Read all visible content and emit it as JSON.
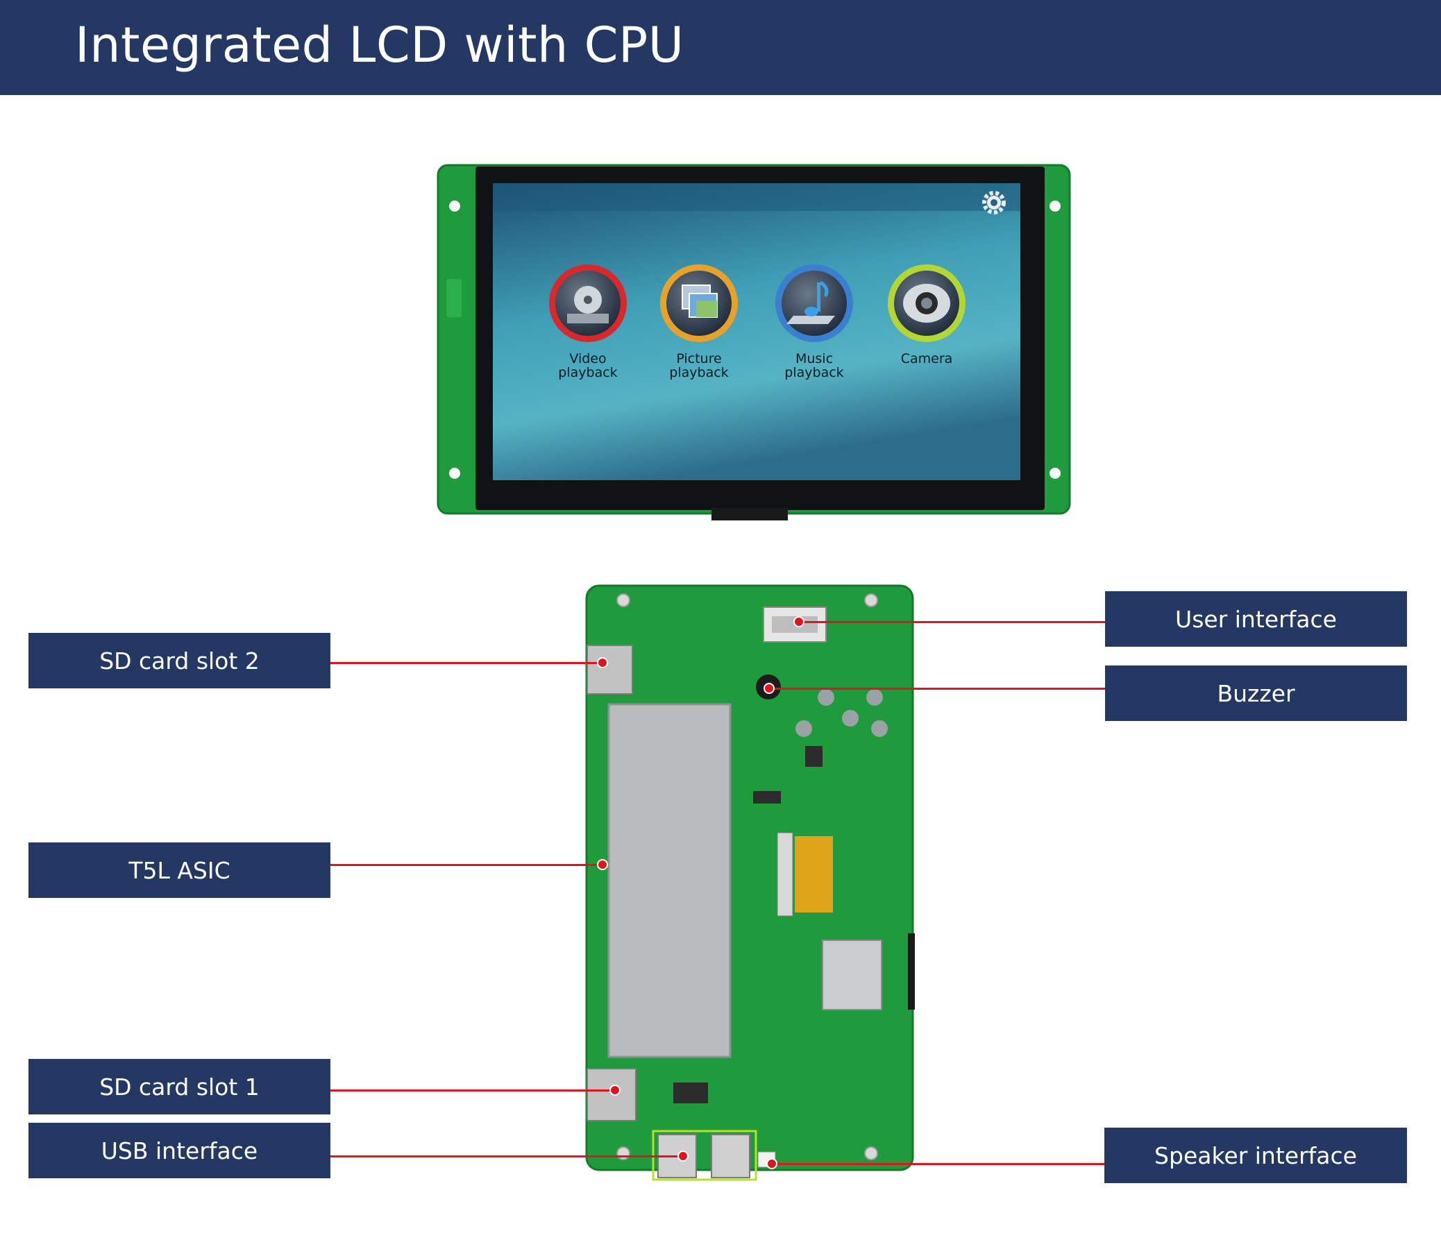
{
  "header": {
    "title": "Integrated LCD with CPU"
  },
  "screen": {
    "apps": [
      {
        "line1": "Video",
        "line2": "playback"
      },
      {
        "line1": "Picture",
        "line2": "playback"
      },
      {
        "line1": "Music",
        "line2": "playback"
      },
      {
        "line1": "Camera",
        "line2": ""
      }
    ]
  },
  "callouts": {
    "sd_card_slot_2": "SD card slot 2",
    "t5l_asic": "T5L ASIC",
    "sd_card_slot_1": "SD card slot 1",
    "usb_interface": "USB interface",
    "user_interface": "User interface",
    "buzzer": "Buzzer",
    "speaker_interface": "Speaker interface"
  },
  "colors": {
    "header_bg": "#253863",
    "label_bg": "#253863",
    "leader_line": "#e0141e",
    "pcb_green": "#1f9a3c"
  }
}
